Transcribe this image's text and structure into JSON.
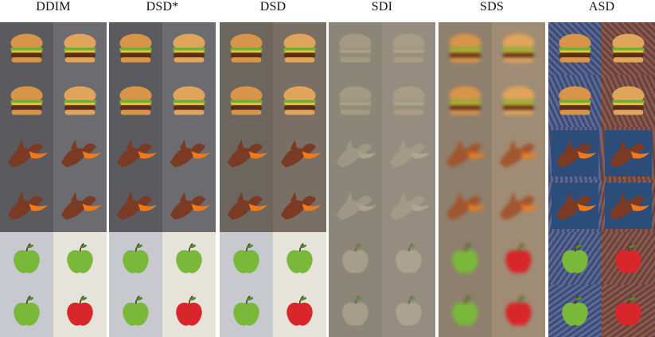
{
  "columns": [
    {
      "id": "ddim",
      "title": "DDIM"
    },
    {
      "id": "dsd_star",
      "title": "DSD*"
    },
    {
      "id": "dsd",
      "title": "DSD"
    },
    {
      "id": "sdi",
      "title": "SDI"
    },
    {
      "id": "sds",
      "title": "SDS"
    },
    {
      "id": "asd",
      "title": "ASD"
    }
  ]
}
